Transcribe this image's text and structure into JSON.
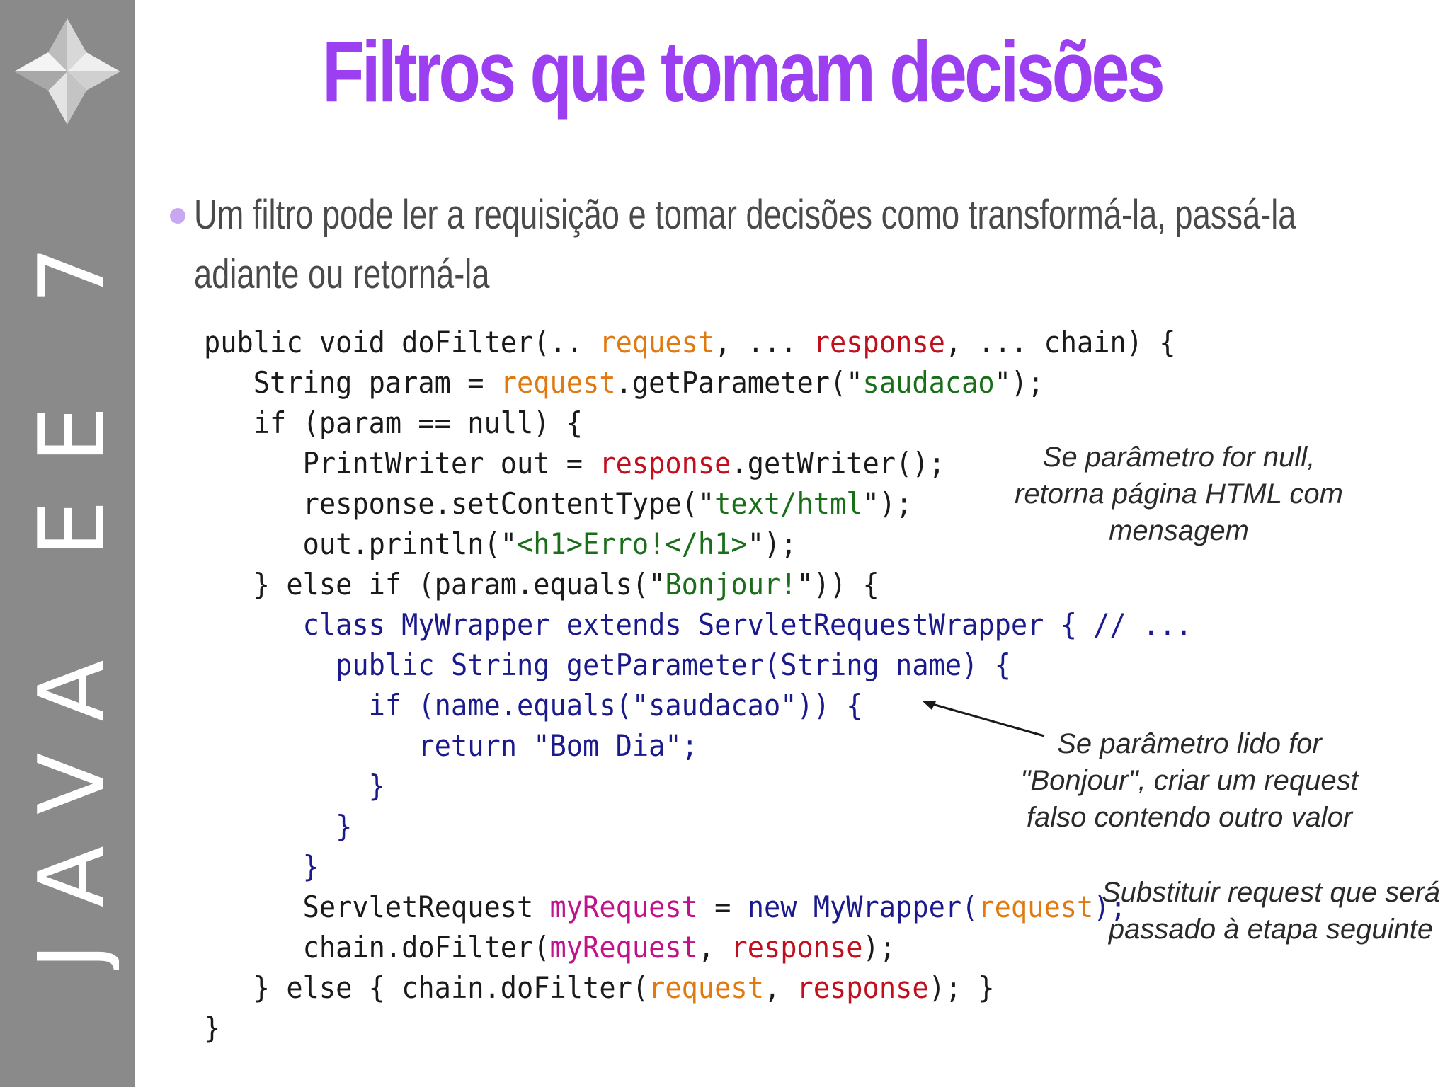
{
  "slide": {
    "title": "Filtros que tomam decisões",
    "bullet": "Um filtro pode ler a requisição e tomar decisões como transformá-la, passá-la adiante ou retorná-la"
  },
  "sidebar": {
    "logo_icon": "java-ee-star-logo",
    "vertical_text": "JAVA EE 7",
    "background": "#8a8a8a"
  },
  "code": {
    "lines": [
      [
        {
          "t": "public void doFilter(.. ",
          "c": "dark"
        },
        {
          "t": "request",
          "c": "req"
        },
        {
          "t": ", ... ",
          "c": "dark"
        },
        {
          "t": "response",
          "c": "resp"
        },
        {
          "t": ", ... chain) {",
          "c": "dark"
        }
      ],
      [
        {
          "t": "   String param = ",
          "c": "dark"
        },
        {
          "t": "request",
          "c": "req"
        },
        {
          "t": ".getParameter(\"",
          "c": "dark"
        },
        {
          "t": "saudacao",
          "c": "str"
        },
        {
          "t": "\");",
          "c": "dark"
        }
      ],
      [
        {
          "t": "   if (param == null) {",
          "c": "dark"
        }
      ],
      [
        {
          "t": "      PrintWriter out = ",
          "c": "dark"
        },
        {
          "t": "response",
          "c": "resp"
        },
        {
          "t": ".getWriter();",
          "c": "dark"
        }
      ],
      [
        {
          "t": "      response.setContentType(\"",
          "c": "dark"
        },
        {
          "t": "text/html",
          "c": "str"
        },
        {
          "t": "\");",
          "c": "dark"
        }
      ],
      [
        {
          "t": "      out.println(\"",
          "c": "dark"
        },
        {
          "t": "<h1>Erro!</h1>",
          "c": "str"
        },
        {
          "t": "\");",
          "c": "dark"
        }
      ],
      [
        {
          "t": "   } else if (param.equals(\"",
          "c": "dark"
        },
        {
          "t": "Bonjour!",
          "c": "str"
        },
        {
          "t": "\")) {",
          "c": "dark"
        }
      ],
      [
        {
          "t": "      class MyWrapper extends ServletRequestWrapper { // ...",
          "c": "blue"
        }
      ],
      [
        {
          "t": "        public String getParameter(String name) {",
          "c": "blue"
        }
      ],
      [
        {
          "t": "          if (name.equals(\"saudacao\")) {",
          "c": "blue"
        }
      ],
      [
        {
          "t": "             return \"Bom Dia\";",
          "c": "blue"
        }
      ],
      [
        {
          "t": "          }",
          "c": "blue"
        }
      ],
      [
        {
          "t": "        }",
          "c": "blue"
        }
      ],
      [
        {
          "t": "      }",
          "c": "blue"
        }
      ],
      [
        {
          "t": "      ServletRequest ",
          "c": "dark"
        },
        {
          "t": "myRequest",
          "c": "mag"
        },
        {
          "t": " = ",
          "c": "dark"
        },
        {
          "t": "new MyWrapper(",
          "c": "blue"
        },
        {
          "t": "request",
          "c": "req"
        },
        {
          "t": ");",
          "c": "blue"
        }
      ],
      [
        {
          "t": "      chain.doFilter(",
          "c": "dark"
        },
        {
          "t": "myRequest",
          "c": "mag"
        },
        {
          "t": ", ",
          "c": "dark"
        },
        {
          "t": "response",
          "c": "resp"
        },
        {
          "t": ");",
          "c": "dark"
        }
      ],
      [
        {
          "t": "   } else { chain.doFilter(",
          "c": "dark"
        },
        {
          "t": "request",
          "c": "req"
        },
        {
          "t": ", ",
          "c": "dark"
        },
        {
          "t": "response",
          "c": "resp"
        },
        {
          "t": "); }",
          "c": "dark"
        }
      ],
      [
        {
          "t": "}",
          "c": "dark"
        }
      ]
    ]
  },
  "notes": {
    "null_case": "Se parâmetro for null, retorna página HTML com mensagem",
    "bonjour_case": "Se parâmetro lido for \"Bonjour\", criar um request falso contendo outro valor",
    "substitute": "Substituir request que será passado à etapa seguinte"
  },
  "colors": {
    "title": "#9b3ff0",
    "request": "#e07a10",
    "response": "#c0101e",
    "string": "#1a6e1a",
    "wrapper": "#1a1a8c",
    "myRequest": "#c0128a"
  }
}
